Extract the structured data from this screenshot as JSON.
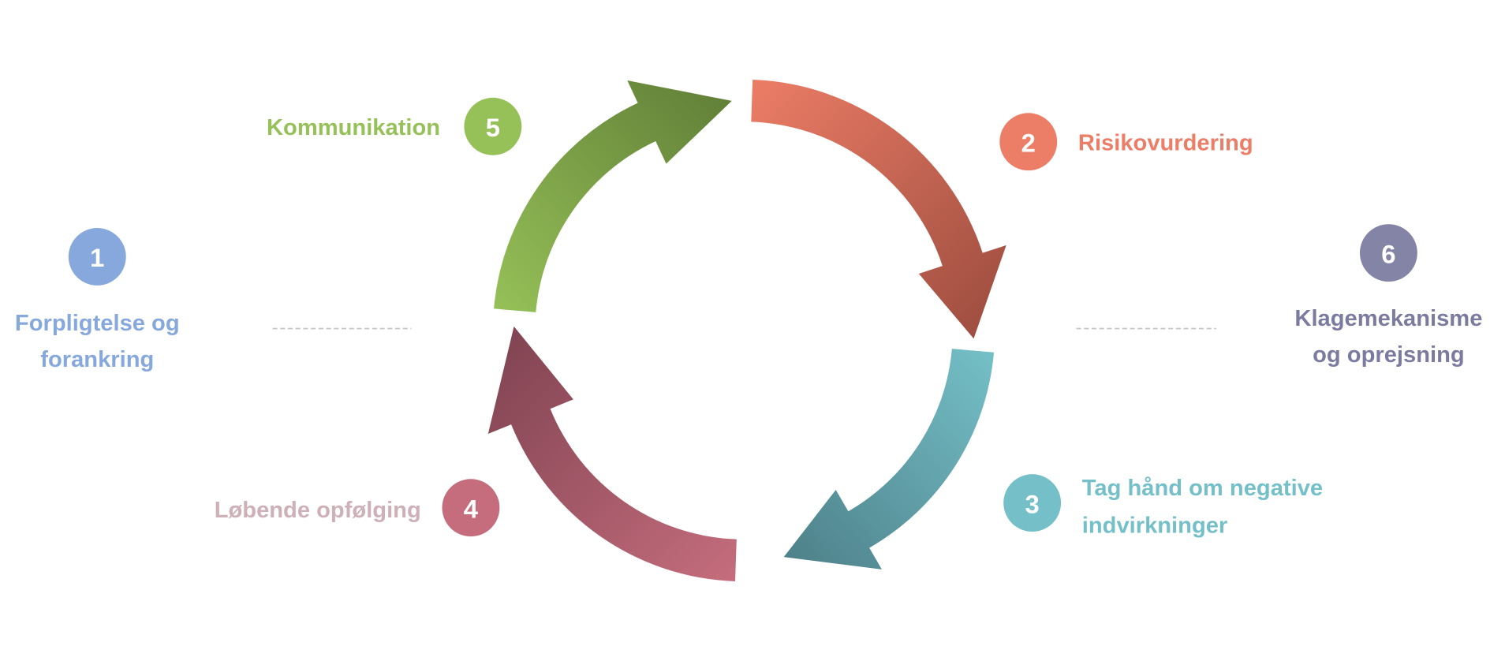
{
  "steps": [
    {
      "number": "1",
      "line1": "Forpligtelse og",
      "line2": "forankring",
      "color": "#86a8dc",
      "text_color": "#86a8dc"
    },
    {
      "number": "2",
      "line1": "Risikovurdering",
      "color": "#ec7d66",
      "text_color": "#ec7d66"
    },
    {
      "number": "3",
      "line1": "Tag hånd om negative",
      "line2": "indvirkninger",
      "color": "#75c0c8",
      "text_color": "#75c0c8"
    },
    {
      "number": "4",
      "line1": "Løbende opfølging",
      "color": "#c56d7d",
      "text_color": "#cdb0b8"
    },
    {
      "number": "5",
      "line1": "Kommunikation",
      "color": "#96c158",
      "text_color": "#96c158"
    },
    {
      "number": "6",
      "line1": "Klagemekanisme",
      "line2": "og oprejsning",
      "color": "#8484a6",
      "text_color": "#7b7ba0"
    }
  ],
  "cycle_arrows": [
    {
      "name": "risk-assessment-arrow",
      "from": "#ec7d66",
      "to": "#9a4b3e"
    },
    {
      "name": "address-impacts-arrow",
      "from": "#75c0c8",
      "to": "#4d7f88"
    },
    {
      "name": "ongoing-followup-arrow",
      "from": "#c56d7d",
      "to": "#7e4250"
    },
    {
      "name": "communication-arrow",
      "from": "#96c158",
      "to": "#5f7d36"
    }
  ]
}
